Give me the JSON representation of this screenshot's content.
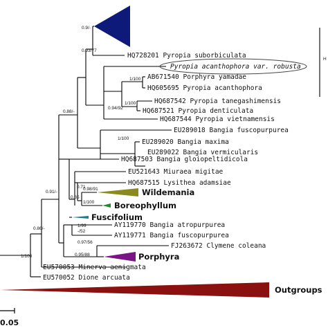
{
  "taxa": {
    "t1": "HQ728201 Pyropia  suborbiculata",
    "t2": "Pyropia acanthophora var. robusta",
    "t3": "AB671540 Porphyra yamadae",
    "t4": "HQ605695 Pyropia acanthophora",
    "t5": "HQ687542 Pyropia tanegashimensis",
    "t6": "HQ687521 Pyropia denticulata",
    "t7": "HQ687544 Pyropia vietnamensis",
    "t8": "EU289018 Bangia fuscopurpurea",
    "t9": "EU289020 Bangia maxima",
    "t10": "EU289022 Bangia vermicularis",
    "t11": "HQ687503 Bangia gloiopeltidicola",
    "t12": "EU521643 Miuraea migitae",
    "t13": "HQ687515 Lysithea adamsiae",
    "t14": "AY119770 Bangia atropurpurea",
    "t15": "AY119771 Bangia fuscopurpurea",
    "t16": "FJ263672 Clymene coleana",
    "t17": "EU570053 Minerva aenigmata",
    "t18": "EU570052 Dione arcuata"
  },
  "clades": {
    "wildemania": "Wildemania",
    "boreophyllum": "Boreophyllum",
    "fuscifolium": "Fuscifolium",
    "porphyra": "Porphyra",
    "outgroups": "Outgroups"
  },
  "support": {
    "s1": "0.9/-",
    "s2": "0.93/77",
    "s3": "1/100",
    "s4": "1/100",
    "s5": "0.94/92",
    "s6": "0.88/-",
    "s7": "1/100",
    "s8": "0.98/91",
    "s9": "0.71",
    "s10": "0.85",
    "s11": "1/100",
    "s12": "1/99",
    "s13": "0.91/-",
    "s14": "-/52",
    "s15": "0.97/56",
    "s16": "0.86/-",
    "s17": "0.95/88",
    "s18": "1/100"
  },
  "scale_bar": {
    "label": "0.05"
  },
  "side_marker": {
    "text": "H"
  },
  "colors": {
    "navy_clade": "#0d1a7a",
    "wildemania": "#8a8a1e",
    "boreophyllum": "#1f8a2e",
    "fuscifolium": "#1a7d88",
    "porphyra": "#7a1585",
    "outgroups": "#8b1111"
  }
}
